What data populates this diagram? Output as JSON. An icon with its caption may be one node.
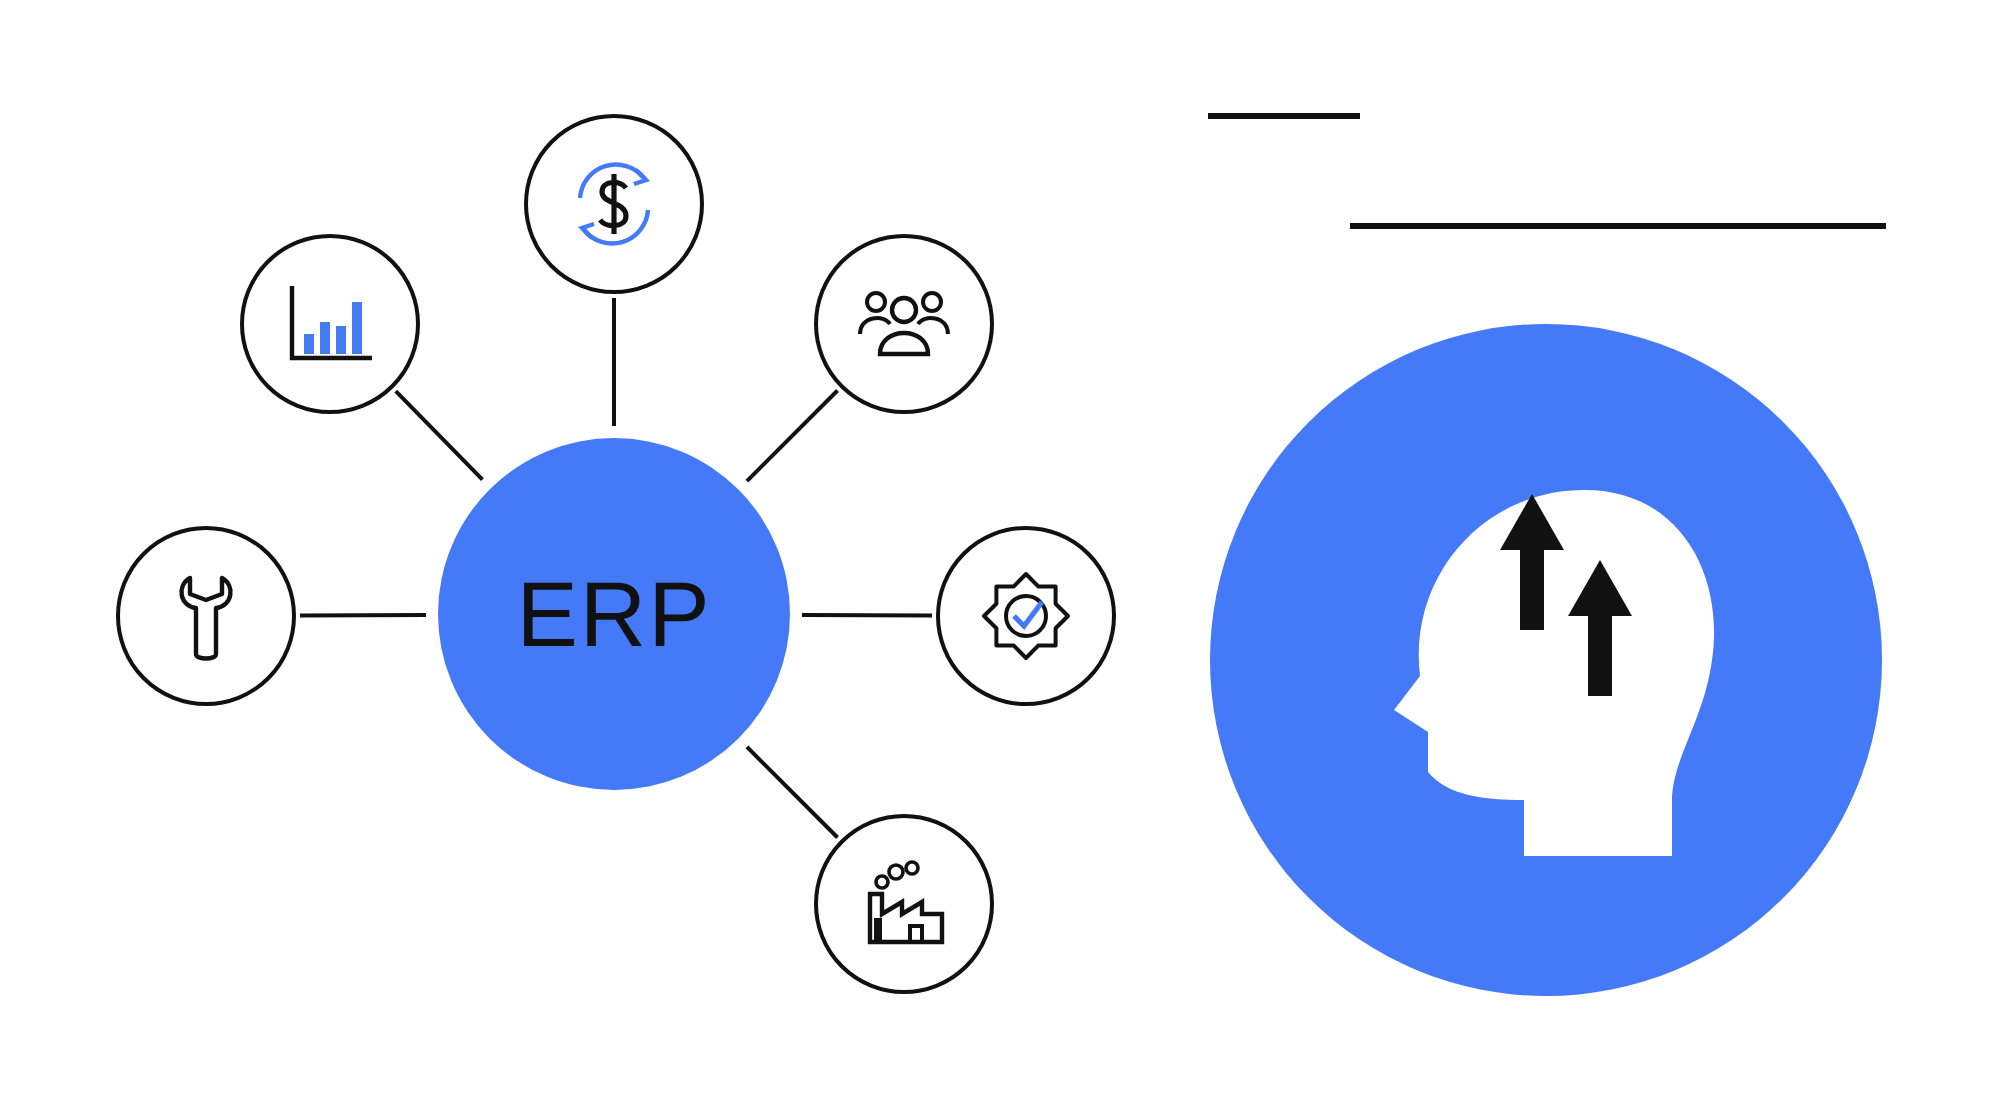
{
  "diagram": {
    "nodes": [
      {
        "text": [
          "ERP"
        ]
      },
      {
        "text": [],
        "shape": "circle"
      },
      {
        "text": [],
        "shape": "circle"
      },
      {
        "text": [],
        "shape": "circle"
      },
      {
        "text": [],
        "shape": "circle"
      },
      {
        "text": [],
        "shape": "circle"
      },
      {
        "text": [],
        "shape": "circle"
      }
    ],
    "edges": [
      {
        "from": 0,
        "to": 1,
        "arrow": "none"
      },
      {
        "from": 0,
        "to": 2,
        "arrow": "none"
      },
      {
        "from": 0,
        "to": 3,
        "arrow": "none"
      },
      {
        "from": 0,
        "to": 4,
        "arrow": "none"
      },
      {
        "from": 0,
        "to": 5,
        "arrow": "none"
      },
      {
        "from": 0,
        "to": 6,
        "arrow": "none"
      }
    ]
  }
}
